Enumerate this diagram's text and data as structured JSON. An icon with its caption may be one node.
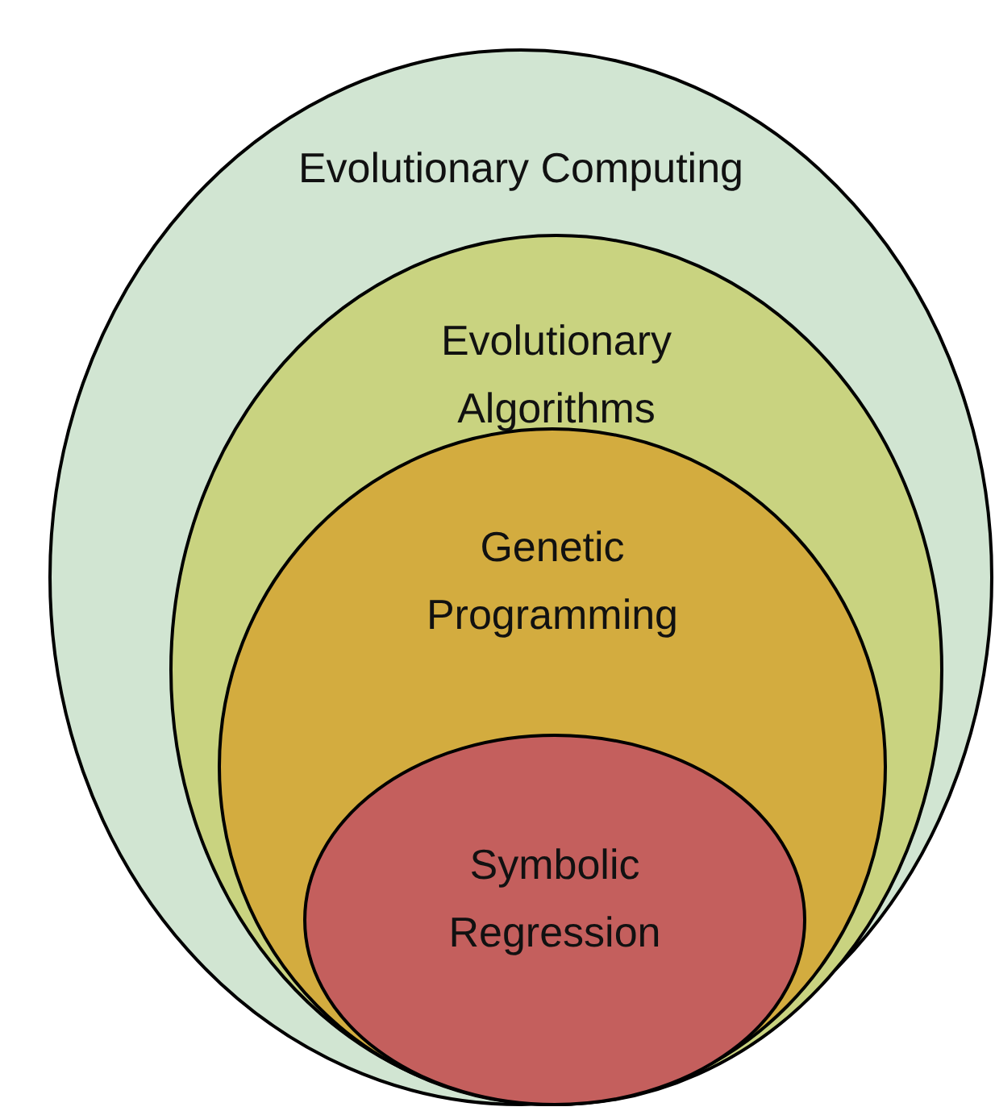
{
  "diagram": {
    "nodes": [
      {
        "text": [
          "Evolutionary Computing"
        ]
      },
      {
        "text": [
          "Evolutionary Algorithms"
        ],
        "in": 0
      },
      {
        "text": [
          "Genetic Programming"
        ],
        "in": 1
      },
      {
        "text": [
          "Symbolic Regression"
        ],
        "in": 2
      }
    ]
  }
}
